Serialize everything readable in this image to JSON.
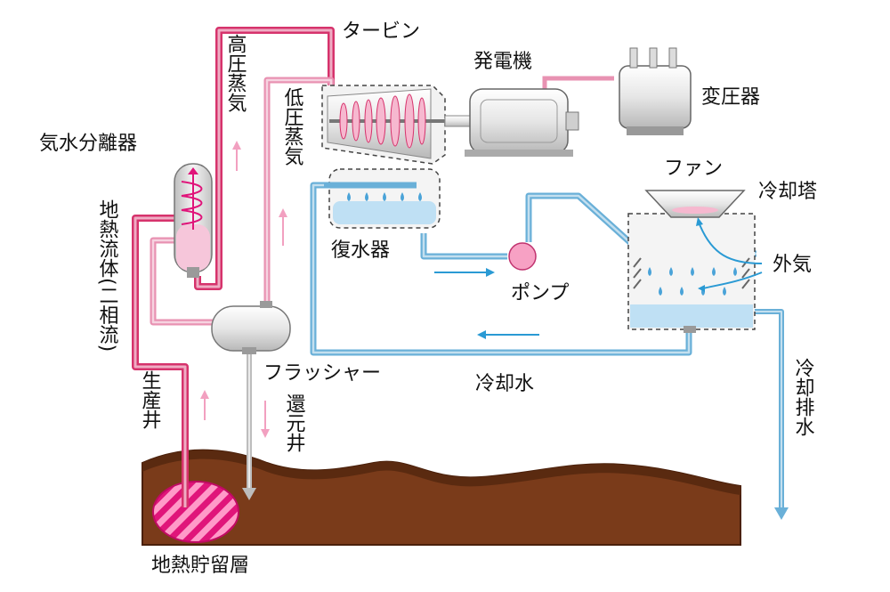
{
  "labels": {
    "turbine": "タービン",
    "generator": "発電機",
    "transformer": "変圧器",
    "separator": "気水分離器",
    "high_pressure_steam": "高圧蒸気",
    "low_pressure_steam": "低圧蒸気",
    "geothermal_fluid": "地熱流体(二相流)",
    "production_well": "生産井",
    "flasher": "フラッシャー",
    "reinjection_well": "還元井",
    "condenser": "復水器",
    "pump": "ポンプ",
    "fan": "ファン",
    "cooling_tower": "冷却塔",
    "outside_air": "外気",
    "cooling_water": "冷却水",
    "cooling_drain": "冷却排水",
    "reservoir": "地熱貯留層"
  },
  "colors": {
    "steam_pipe": "#d6336c",
    "low_steam_pipe": "#e892b2",
    "water_pipe": "#6ab0d8",
    "flow_arrow_blue": "#2a9ad4",
    "flow_arrow_pink": "#f2a0c0",
    "ground": "#7a3b1a",
    "ground_top": "#5a2a10",
    "reservoir": "#e0157a",
    "equipment": "#eeeeee",
    "water": "#bfe0f4"
  }
}
